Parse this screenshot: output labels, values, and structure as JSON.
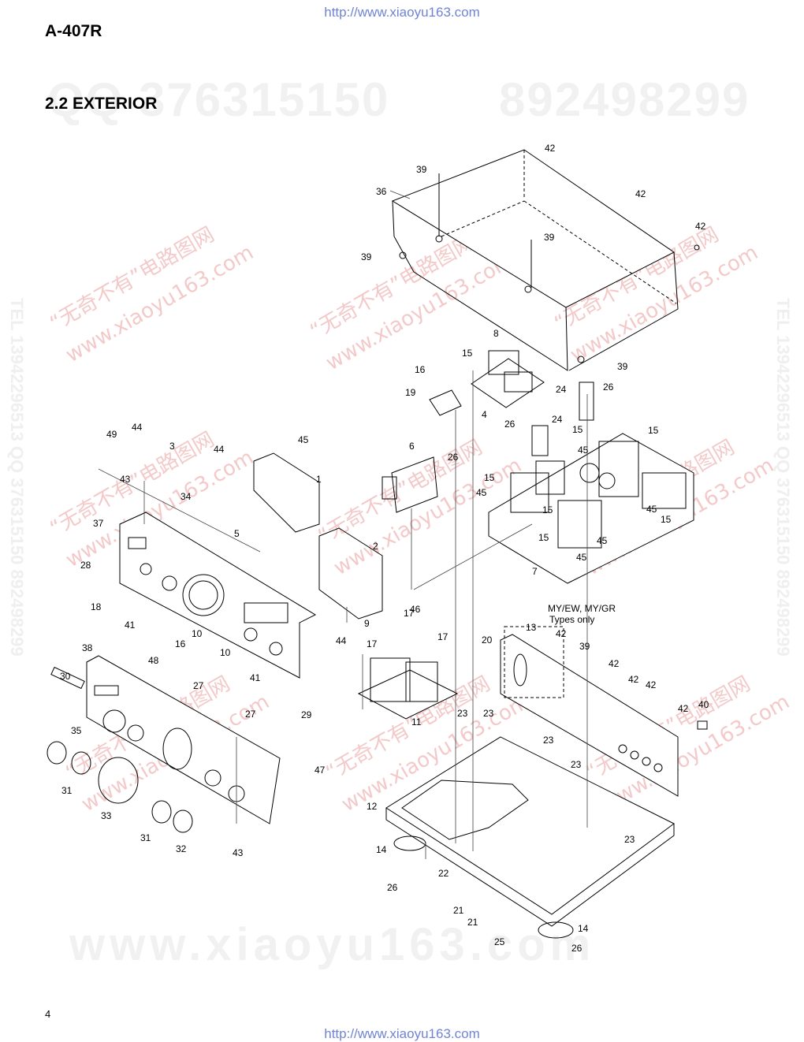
{
  "header": {
    "url_top": "http://www.xiaoyu163.com",
    "model": "A-407R",
    "section_title": "2.2 EXTERIOR"
  },
  "footer": {
    "url_bottom": "http://www.xiaoyu163.com",
    "page_number": "4"
  },
  "watermarks": {
    "qq_left": "QQ 376315150",
    "qq_right": "892498299",
    "site": "www.xiaoyu163.com",
    "side": "TEL 13942296513  QQ 376315150  892498299",
    "diagonal_cn": "“无奇不有”电路图网",
    "diagonal_en": "www.xiaoyu163.com"
  },
  "diagram": {
    "type_note_line1": "MY/EW, MY/GR",
    "type_note_line2": "Types only",
    "callouts": [
      "1",
      "2",
      "3",
      "4",
      "5",
      "6",
      "7",
      "8",
      "9",
      "10",
      "10",
      "11",
      "12",
      "13",
      "14",
      "14",
      "15",
      "15",
      "15",
      "15",
      "15",
      "15",
      "15",
      "16",
      "16",
      "17",
      "17",
      "17",
      "18",
      "19",
      "20",
      "21",
      "21",
      "22",
      "23",
      "23",
      "23",
      "23",
      "23",
      "24",
      "24",
      "25",
      "26",
      "26",
      "26",
      "26",
      "26",
      "27",
      "27",
      "28",
      "29",
      "30",
      "31",
      "31",
      "32",
      "33",
      "34",
      "35",
      "36",
      "37",
      "38",
      "39",
      "39",
      "39",
      "39",
      "39",
      "40",
      "41",
      "41",
      "42",
      "42",
      "42",
      "42",
      "42",
      "42",
      "42",
      "42",
      "43",
      "43",
      "44",
      "44",
      "44",
      "45",
      "45",
      "45",
      "45",
      "45",
      "45",
      "46",
      "47",
      "48",
      "49"
    ]
  }
}
